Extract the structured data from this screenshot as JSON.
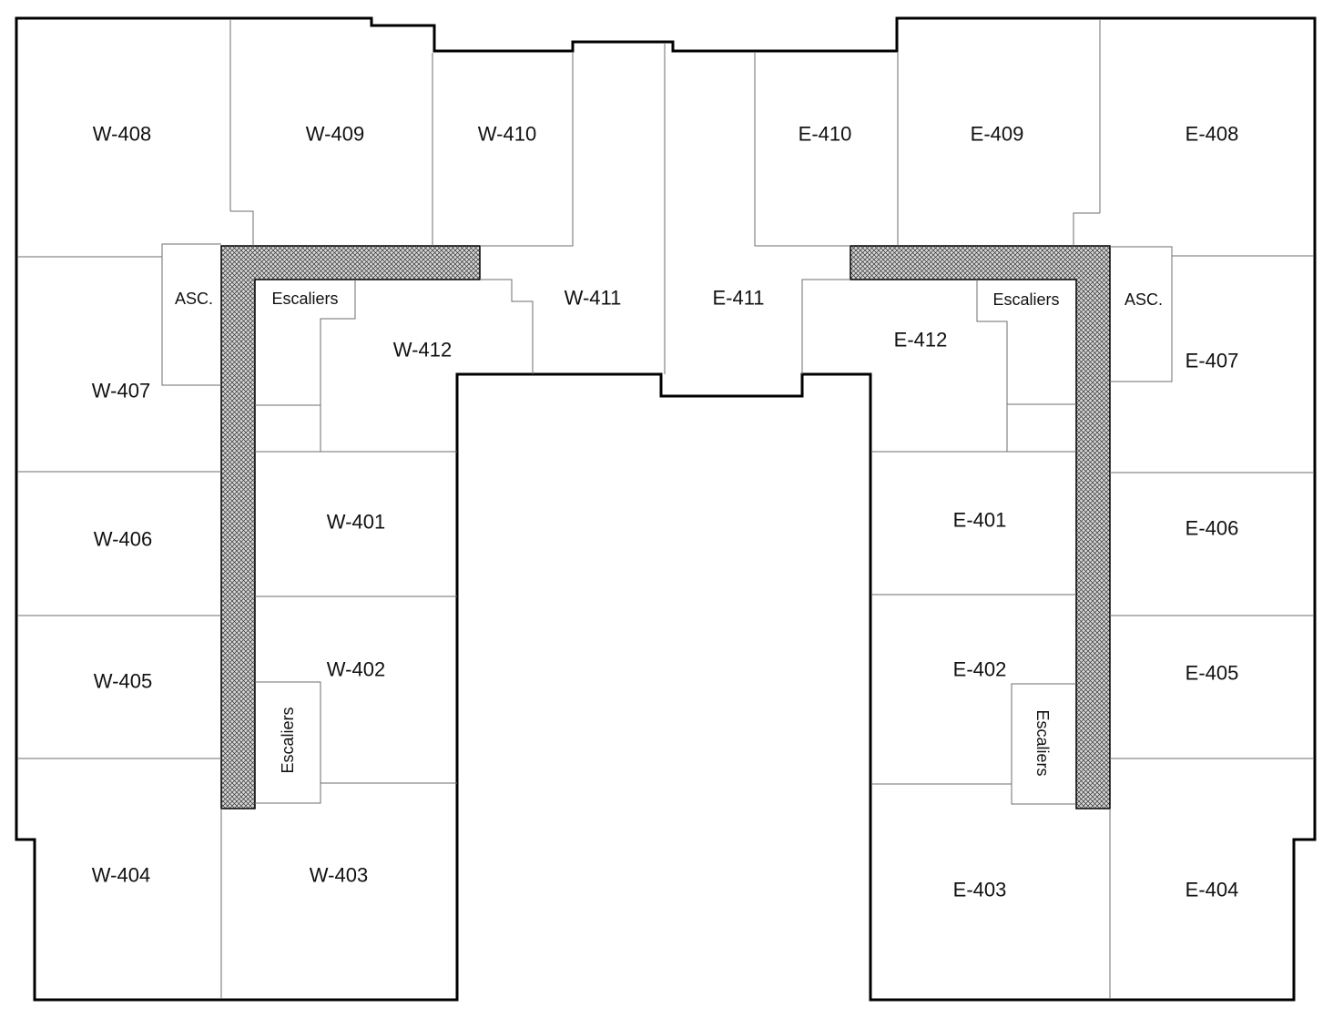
{
  "rooms": {
    "w408": "W-408",
    "w409": "W-409",
    "w410": "W-410",
    "w411": "W-411",
    "w412": "W-412",
    "w407": "W-407",
    "w406": "W-406",
    "w405": "W-405",
    "w404": "W-404",
    "w403": "W-403",
    "w402": "W-402",
    "w401": "W-401",
    "e410": "E-410",
    "e409": "E-409",
    "e408": "E-408",
    "e411": "E-411",
    "e412": "E-412",
    "e407": "E-407",
    "e406": "E-406",
    "e405": "E-405",
    "e404": "E-404",
    "e403": "E-403",
    "e402": "E-402",
    "e401": "E-401"
  },
  "labels": {
    "west_elevator": "ASC.",
    "east_elevator": "ASC.",
    "west_stairs_top": "Escaliers",
    "east_stairs_top": "Escaliers",
    "west_stairs_bottom": "Escaliers",
    "east_stairs_bottom": "Escaliers"
  }
}
